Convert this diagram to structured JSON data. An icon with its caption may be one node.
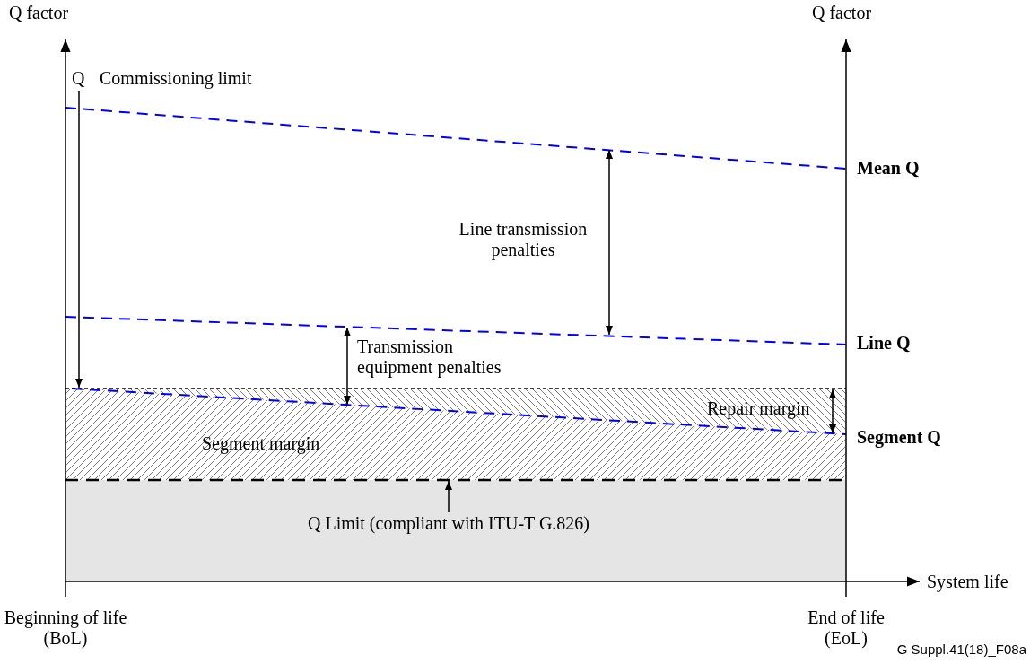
{
  "diagram": {
    "nodes": [
      {
        "text": [
          "Q Limit (compliant with ITU-T G.826)"
        ]
      },
      {
        "text": [],
        "shape": "line"
      }
    ],
    "edges": [
      {
        "from": 0,
        "to": 1,
        "arrow": "to"
      }
    ],
    "labels": [
      "Q factor",
      "Q factor",
      "Q",
      "Commissioning limit",
      "Mean Q",
      "Line transmission penalties",
      "Line Q",
      "Transmission equipment penalties",
      "Repair margin",
      "Segment margin",
      "Segment Q",
      "System life",
      "Beginning of life (BoL)",
      "End of life (EoL)",
      "G Suppl.41(18)_F08a"
    ]
  }
}
